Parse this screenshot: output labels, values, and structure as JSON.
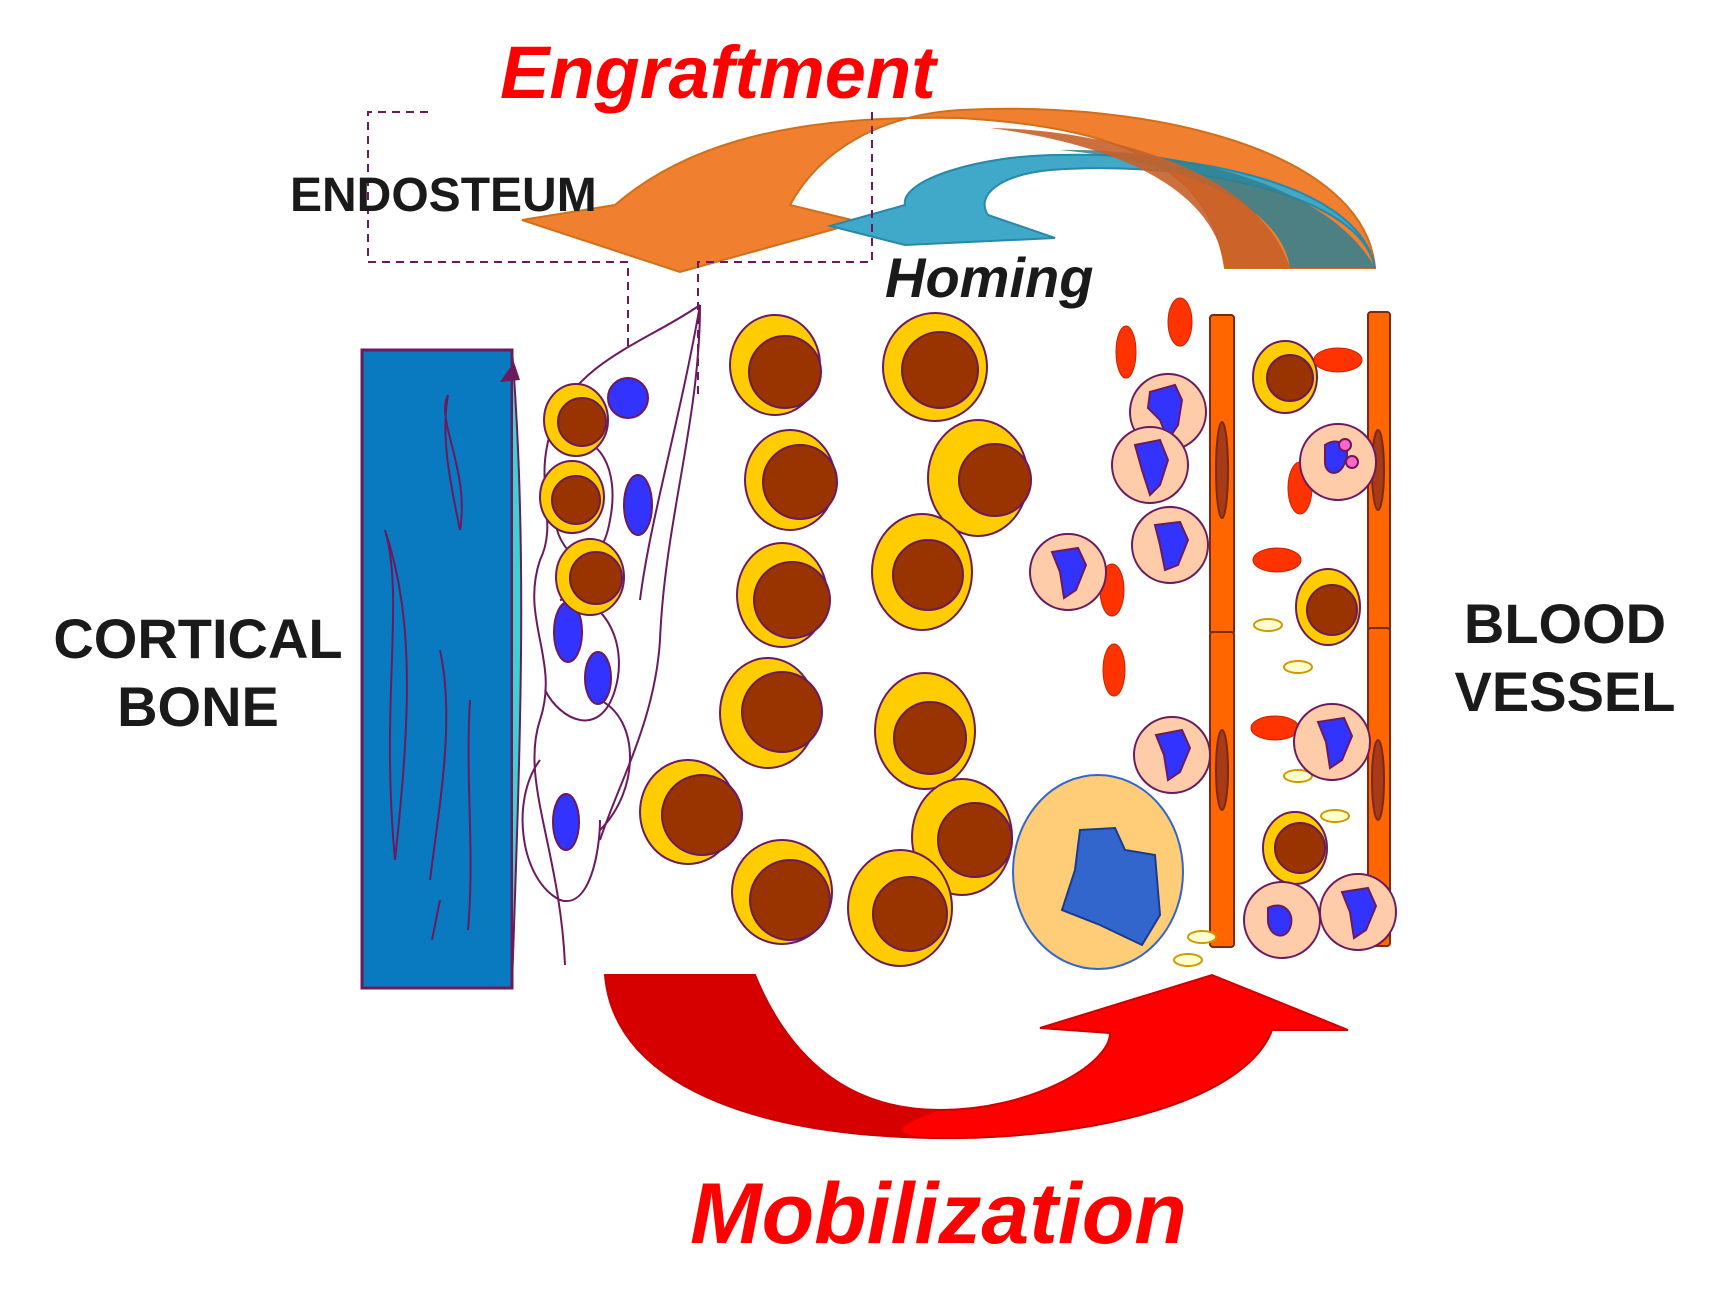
{
  "labels": {
    "engraftment": "Engraftment",
    "homing": "Homing",
    "endosteum": "ENDOSTEUM",
    "cortical_bone": "CORTICAL BONE",
    "blood_vessel": "BLOOD VESSEL",
    "mobilization": "Mobilization"
  },
  "colors": {
    "engraftment_arrow": "#f08030",
    "homing_arrow": "#40a8c8",
    "mobilization_arrow": "#ff0000",
    "cortical_bone": "#0a7ac0",
    "bone_lining": "#40d0d0",
    "stem_cell_cytoplasm": "#ffcc00",
    "stem_cell_nucleus": "#993300",
    "stromal_nucleus": "#3333ff",
    "vessel_wall": "#ff6600",
    "red_blood_cell": "#ff3300",
    "leukocyte": "#ffccaa",
    "macrophage": "#ffcc77",
    "outline": "#6b1a5e"
  }
}
